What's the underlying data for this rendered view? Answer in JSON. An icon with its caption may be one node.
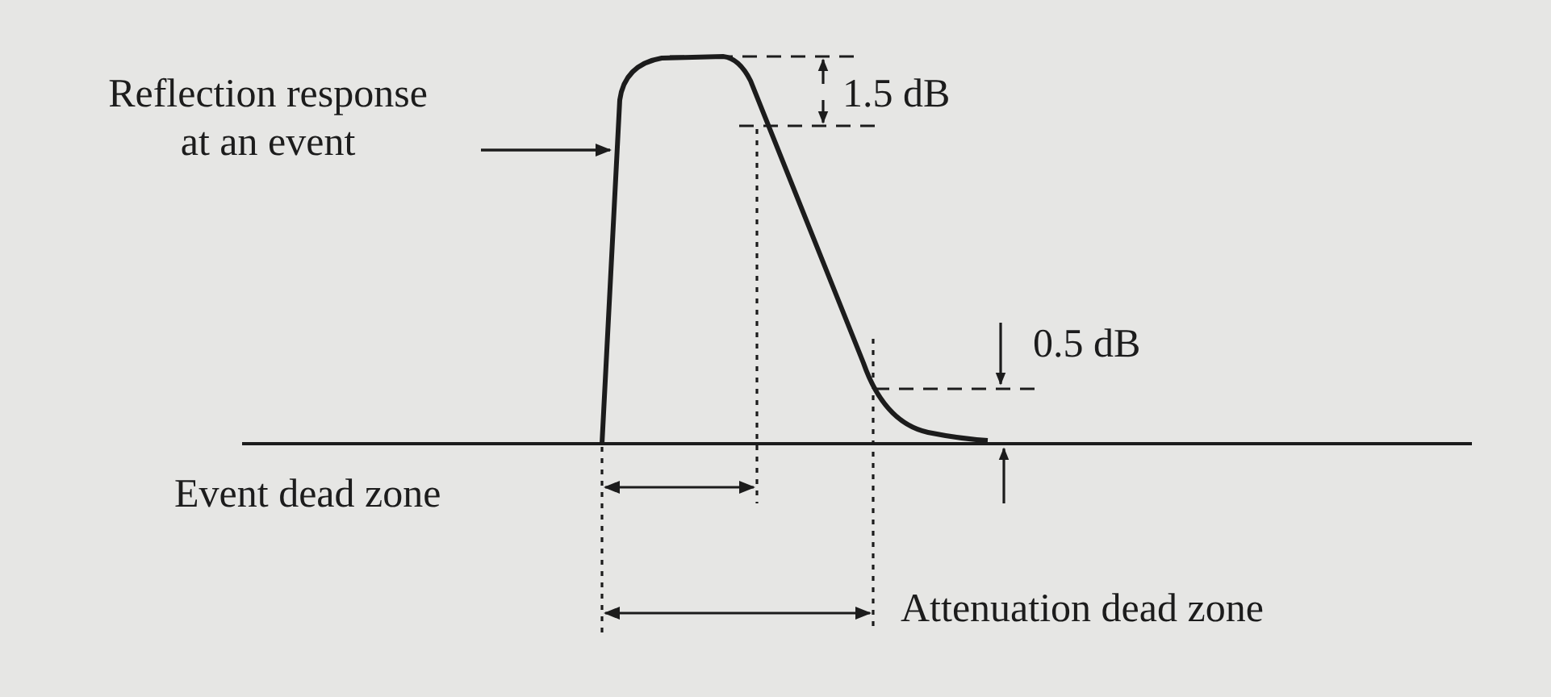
{
  "diagram": {
    "nodes": [
      {
        "text": [
          "Reflection response at an event"
        ]
      },
      {
        "text": [],
        "shape": "picture"
      }
    ],
    "edges": [
      {
        "from": 0,
        "to": 1,
        "arrow": "to"
      }
    ],
    "labels": [
      "1.5 dB",
      "0.5 dB",
      "Event dead zone",
      "Attenuation dead zone"
    ]
  }
}
